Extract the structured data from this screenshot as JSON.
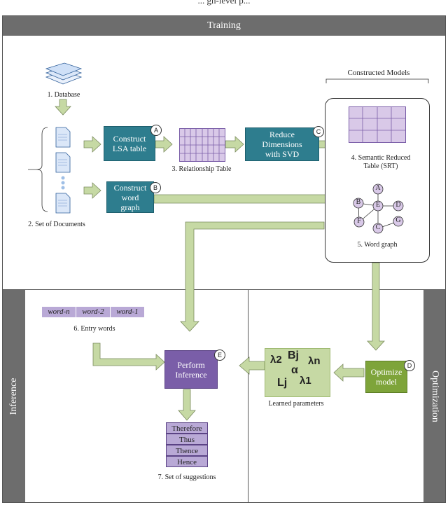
{
  "header": {
    "caption_fragment": "... gh-level p..."
  },
  "sections": {
    "training": "Training",
    "inference": "Inference",
    "optimization": "Optimization"
  },
  "steps": {
    "database": "1. Database",
    "documents": "2. Set of Documents",
    "relationship_table": "3. Relationship Table",
    "srt": "4. Semantic Reduced Table (SRT)",
    "word_graph": "5. Word graph",
    "entry_words": "6. Entry words",
    "suggestions": "7. Set of suggestions"
  },
  "constructed_models": "Constructed Models",
  "boxes": {
    "construct_lsa": "Construct LSA table",
    "construct_graph": "Construct word graph",
    "reduce_svd": "Reduce Dimensions with SVD",
    "perform_inference": "Perform Inference",
    "optimize_model": "Optimize model"
  },
  "badges": {
    "a": "A",
    "b": "B",
    "c": "C",
    "d": "D",
    "e": "E"
  },
  "graph_nodes": [
    "A",
    "B",
    "E",
    "D",
    "F",
    "C",
    "G"
  ],
  "entry_words": [
    "word-n",
    "word-2",
    "word-1"
  ],
  "suggestions": [
    "Therefore",
    "Thus",
    "Thence",
    "Hence"
  ],
  "learned_parameters": {
    "label": "Learned parameters",
    "symbols": {
      "lambda2": "λ2",
      "bj": "Bj",
      "lambdan": "λn",
      "alpha": "α",
      "lj": "Lj",
      "lambda1": "λ1"
    }
  },
  "colors": {
    "header": "#6d6d6d",
    "teal": "#2e7d8e",
    "purple": "#7a5ea8",
    "green": "#7ea43a",
    "light_green": "#c6d9a4",
    "arrow": "#c6d9a4"
  }
}
